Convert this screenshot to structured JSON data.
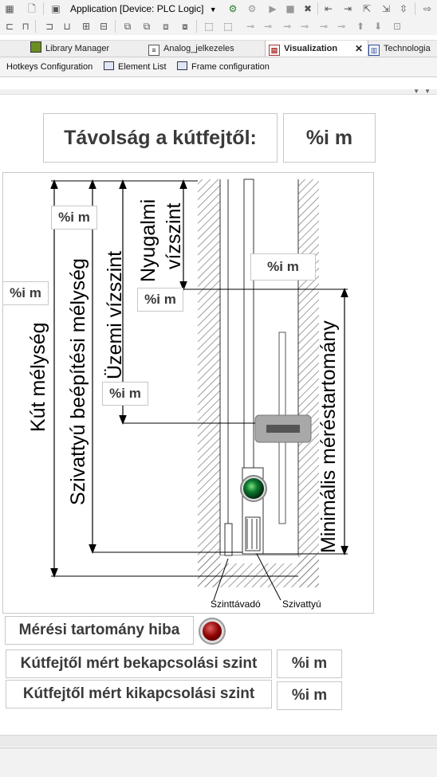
{
  "toolbar": {
    "device": "Application [Device: PLC Logic]"
  },
  "tabs": [
    {
      "label": "Library Manager",
      "active": false
    },
    {
      "label": "Analog_jelkezeles",
      "active": false
    },
    {
      "label": "Visualization",
      "active": true
    },
    {
      "label": "Technologia",
      "active": false
    }
  ],
  "subtabs": [
    {
      "label": "Hotkeys Configuration"
    },
    {
      "label": "Element List"
    },
    {
      "label": "Frame configuration"
    }
  ],
  "visu": {
    "distance_title": "Távolság a kútfejtől:",
    "distance_value": "%i m",
    "well_depth_label": "Kút mélység",
    "well_depth_value": "%i m",
    "pump_depth_label": "Szivattyú beépítési mélység",
    "pump_depth_value": "%i m",
    "operating_level_label": "Üzemi vízszint",
    "operating_level_value": "%i m",
    "static_level_label_1": "Nyugalmi",
    "static_level_label_2": "vízszint",
    "static_level_value": "%i m",
    "measure_range_value": "%i m",
    "min_measure_range_label": "Minimális méréstartomány",
    "level_sensor_label": "Szinttávadó",
    "pump_label": "Szivattyú",
    "range_error_label": "Mérési tartomány hiba",
    "range_error_color": "#8b0000",
    "pump_lamp_color": "#0b6b2a",
    "on_level_label": "Kútfejtől mért bekapcsolási szint",
    "on_level_value": "%i m",
    "off_level_label": "Kútfejtől mért kikapcsolási szint",
    "off_level_value": "%i m"
  }
}
